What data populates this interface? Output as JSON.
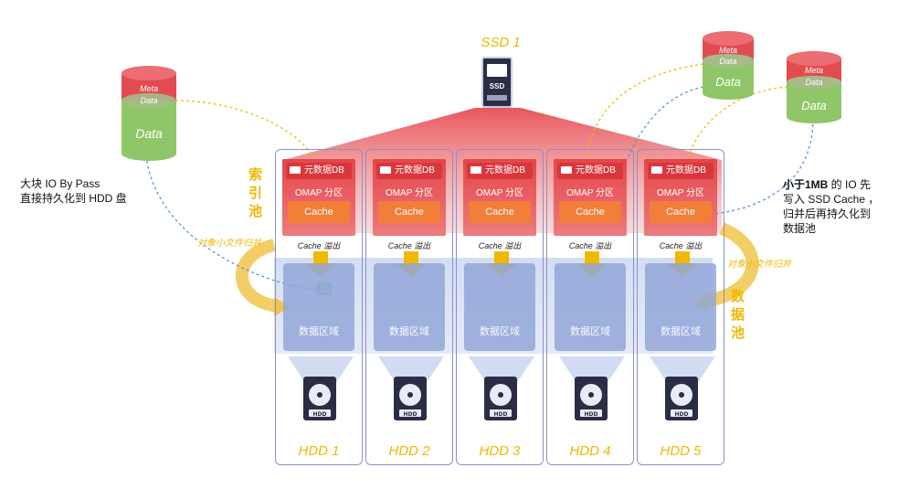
{
  "ssd": {
    "title": "SSD 1",
    "chip_label": "SSD"
  },
  "columns": [
    {
      "title": "HDD 1"
    },
    {
      "title": "HDD 2"
    },
    {
      "title": "HDD 3"
    },
    {
      "title": "HDD 4"
    },
    {
      "title": "HDD 5"
    }
  ],
  "column_parts": {
    "meta_label": "元数据DB",
    "omap_label": "OMAP 分区",
    "cache_label": "Cache",
    "overflow_label": "Cache 溢出",
    "data_area_label": "数据区域",
    "hdd_label": "HDD"
  },
  "cylinder": {
    "meta": "Meta",
    "data_small": "Data",
    "data": "Data"
  },
  "left_note": {
    "line1": "大块 IO By Pass",
    "line2": "直接持久化到 HDD 盘"
  },
  "right_note": {
    "line1_bold": "小于1MB",
    "line1_rest": " 的 IO 先",
    "line2": "写入 SSD Cache ，",
    "line3": "归并后再持久化到",
    "line4": "数据池"
  },
  "index_pool": "索引池",
  "data_pool": "数据池",
  "merge_label": "对象小文件归并",
  "colors": {
    "red": "#e5454a",
    "orange": "#f27e38",
    "yellow": "#f0b800",
    "blue": "#93a7d8",
    "border": "#8a90c8"
  }
}
